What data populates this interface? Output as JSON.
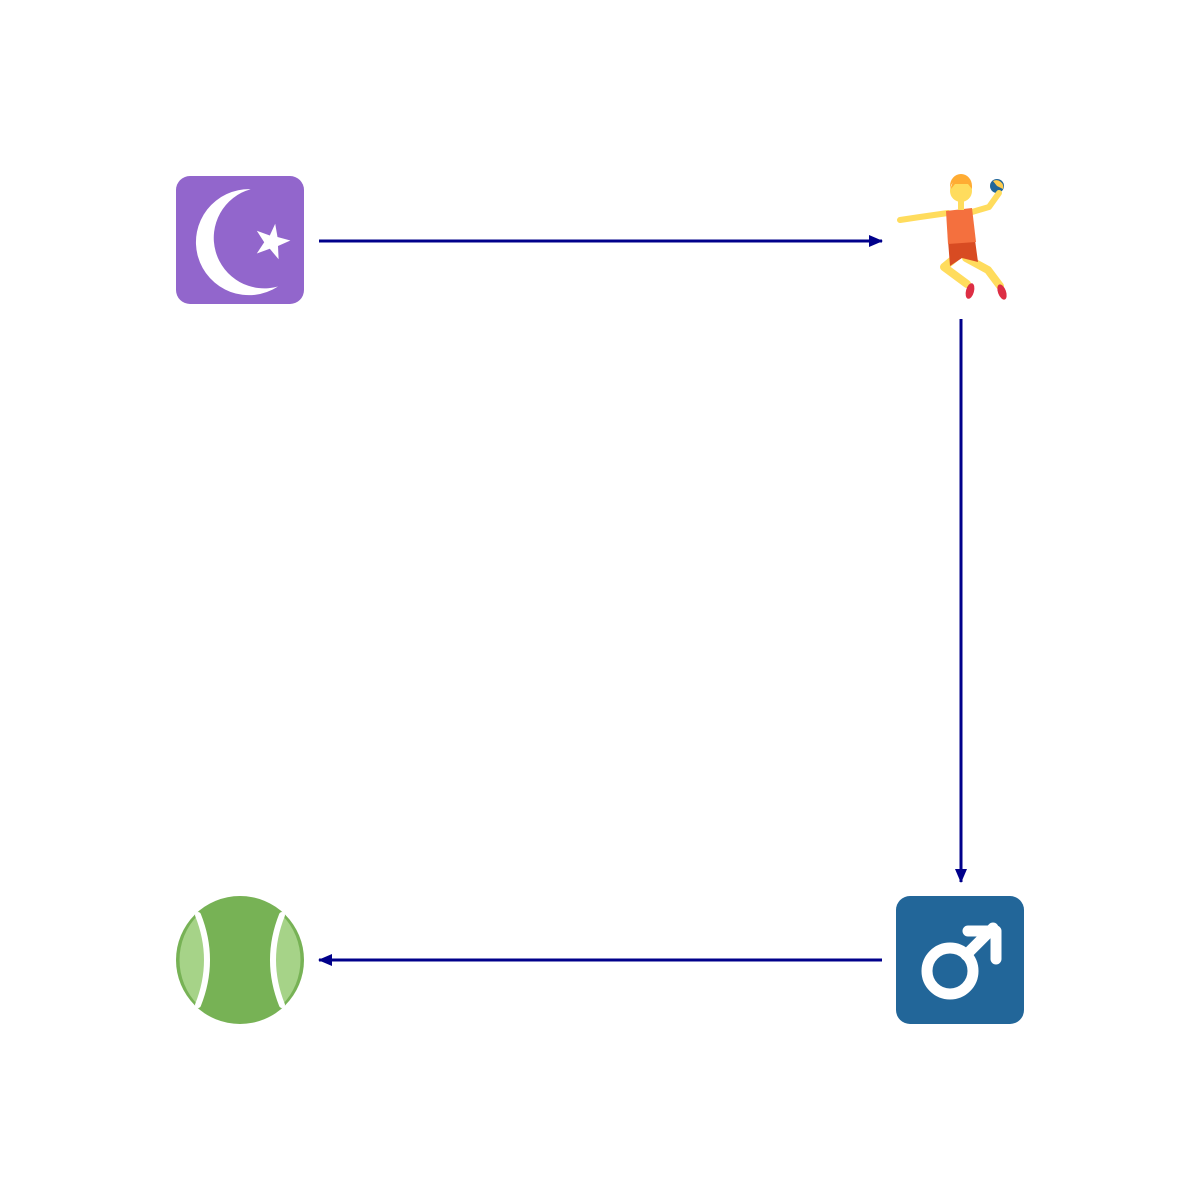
{
  "diagram": {
    "nodes": [
      {
        "id": "n1",
        "icon": "star-and-crescent-icon",
        "color": "#9266CC"
      },
      {
        "id": "n2",
        "icon": "person-playing-handball-icon",
        "color": "#F4900C"
      },
      {
        "id": "n3",
        "icon": "male-sign-icon",
        "color": "#226699"
      },
      {
        "id": "n4",
        "icon": "tennis-ball-icon",
        "color": "#77B255"
      }
    ],
    "edges": [
      {
        "from": "n1",
        "to": "n2"
      },
      {
        "from": "n2",
        "to": "n3"
      },
      {
        "from": "n3",
        "to": "n4"
      }
    ],
    "edge_color": "#00008B"
  }
}
